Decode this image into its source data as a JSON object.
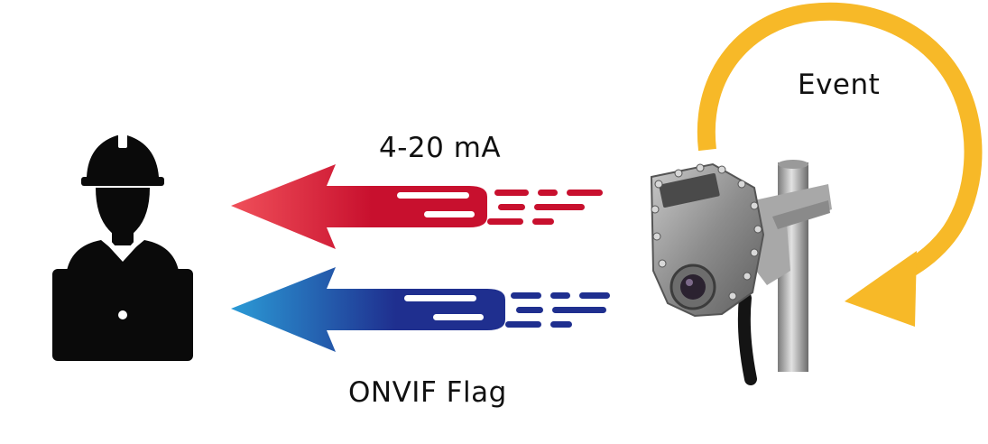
{
  "labels": {
    "event": "Event",
    "current_signal": "4-20 mA",
    "onvif_flag": "ONVIF Flag"
  },
  "colors": {
    "red_arrow_dark": "#c8102e",
    "red_arrow_light": "#f0505a",
    "blue_arrow_dark": "#1f2f8f",
    "blue_arrow_light": "#2b9bd6",
    "event_loop": "#f7b928",
    "figure": "#0a0a0a"
  },
  "icons": {
    "operator": "worker-with-laptop-icon",
    "camera": "explosion-proof-camera-icon",
    "loop": "circular-arrow-icon"
  }
}
